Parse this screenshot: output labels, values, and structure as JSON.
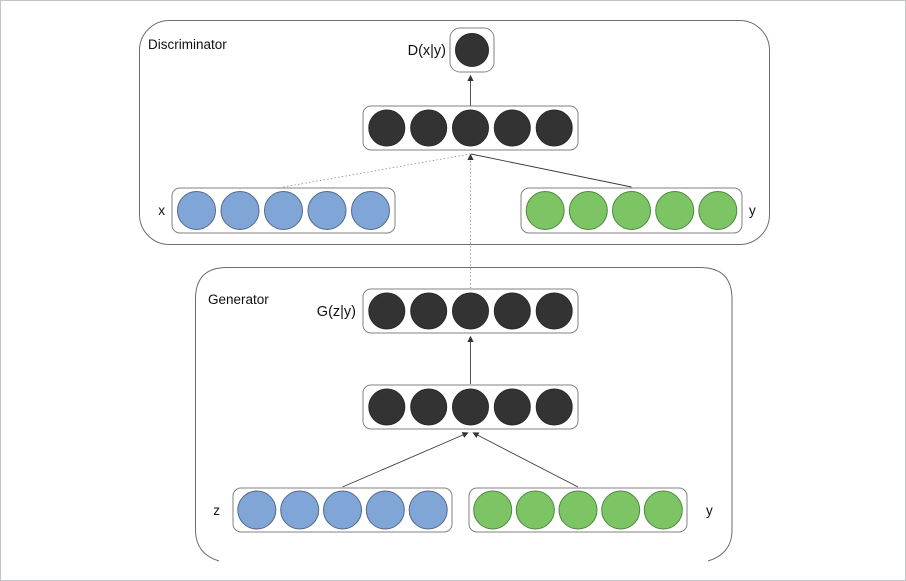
{
  "diagram": {
    "discriminator": {
      "title": "Discriminator",
      "output_label": "D(x|y)",
      "input_x_label": "x",
      "input_y_label": "y"
    },
    "generator": {
      "title": "Generator",
      "output_label": "G(z|y)",
      "input_z_label": "z",
      "input_y_label": "y"
    },
    "layers": {
      "disc_output": {
        "nodes": 1,
        "color": "dark",
        "r": 16.5
      },
      "disc_hidden": {
        "nodes": 5,
        "color": "dark",
        "r": 18
      },
      "disc_x": {
        "nodes": 5,
        "color": "blue",
        "r": 19
      },
      "disc_y": {
        "nodes": 5,
        "color": "green",
        "r": 19
      },
      "gen_output": {
        "nodes": 5,
        "color": "dark",
        "r": 18
      },
      "gen_hidden": {
        "nodes": 5,
        "color": "dark",
        "r": 18
      },
      "gen_z": {
        "nodes": 5,
        "color": "blue",
        "r": 19
      },
      "gen_y": {
        "nodes": 5,
        "color": "green",
        "r": 19
      }
    },
    "colors": {
      "dark_fill": "#333333",
      "dark_stroke": "#2a2a2a",
      "blue_fill": "#7FA6D6",
      "blue_stroke": "#55688a",
      "green_fill": "#7CC464",
      "green_stroke": "#4d8a3e"
    },
    "connections": [
      {
        "from": "disc_hidden",
        "to": "disc_output",
        "style": "solid-arrow"
      },
      {
        "from": "disc_x",
        "to": "disc_hidden",
        "style": "dotted"
      },
      {
        "from": "disc_y",
        "to": "disc_hidden",
        "style": "solid"
      },
      {
        "from": "gen_output",
        "to": "disc_hidden",
        "style": "dotted-arrow"
      },
      {
        "from": "gen_hidden",
        "to": "gen_output",
        "style": "solid-arrow"
      },
      {
        "from": "gen_z",
        "to": "gen_hidden",
        "style": "solid-arrow"
      },
      {
        "from": "gen_y",
        "to": "gen_hidden",
        "style": "solid-arrow"
      }
    ]
  }
}
